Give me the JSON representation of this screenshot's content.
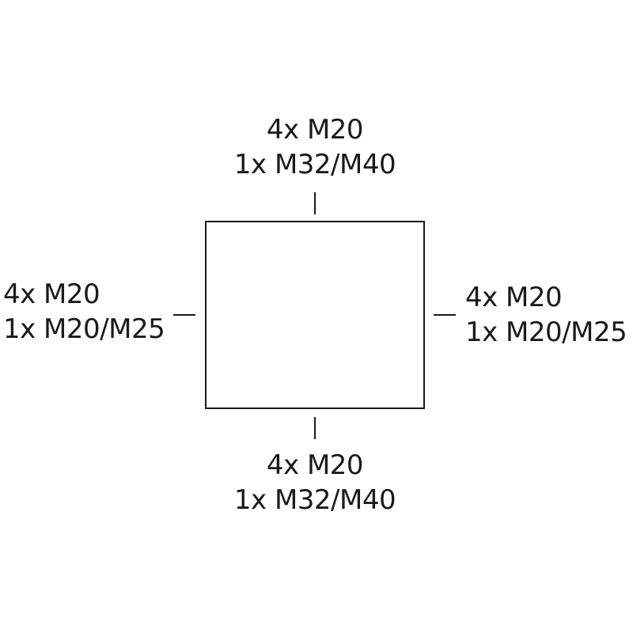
{
  "diagram": {
    "top": {
      "line1": "4x M20",
      "line2": "1x M32/M40"
    },
    "bottom": {
      "line1": "4x M20",
      "line2": "1x M32/M40"
    },
    "left": {
      "line1": "4x M20",
      "line2": "1x M20/M25"
    },
    "right": {
      "line1": "4x M20",
      "line2": "1x M20/M25"
    }
  },
  "colors": {
    "stroke": "#1a1a1a",
    "background": "#ffffff"
  }
}
